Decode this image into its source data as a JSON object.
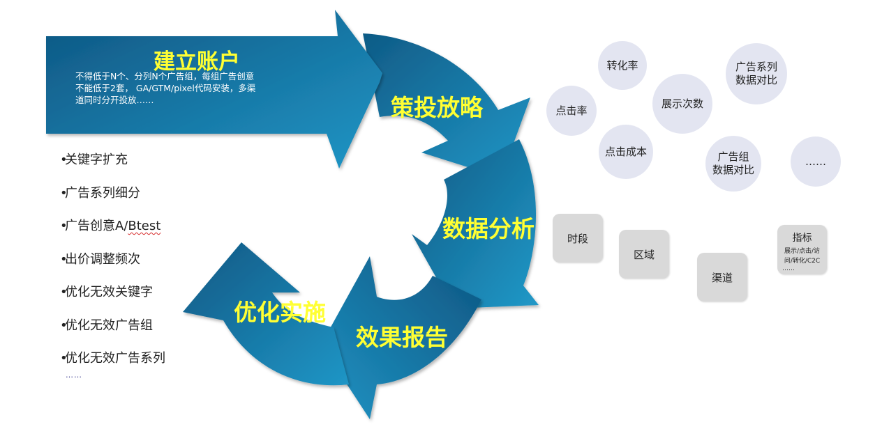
{
  "colors": {
    "arrow_dark": "#0d4f78",
    "arrow_light": "#2093c3",
    "label_yellow": "#ffff33",
    "bubble_fill": "#e3e5f1",
    "box_fill": "#d9d9d9"
  },
  "setup": {
    "title": "建立账户",
    "description": "不得低于N个、分列N个广告组，每组广告创意\n不能低于2套， GA/GTM/pixel代码安装，多渠\n道同时分开投放……"
  },
  "cycle": {
    "strategy": "策投放略",
    "analysis": "数据分析",
    "report": "效果报告",
    "optimize": "优化实施"
  },
  "tasks": {
    "items": [
      {
        "bullet": "•",
        "text": "关键字扩充"
      },
      {
        "bullet": "•",
        "text": "广告系列细分"
      },
      {
        "bullet": "•",
        "text_main": "广告创意A/",
        "text_flag": "Btest"
      },
      {
        "bullet": "•",
        "text": "出价调整频次"
      },
      {
        "bullet": "•",
        "text": "优化无效关键字"
      },
      {
        "bullet": "•",
        "text": "优化无效广告组"
      },
      {
        "bullet": "•",
        "text": "优化无效广告系列"
      }
    ],
    "more": "……"
  },
  "metrics": {
    "conversion": "转化率",
    "ctr": "点击率",
    "impressions": "展示次数",
    "campaign_compare": "广告系列\n数据对比",
    "cpc": "点击成本",
    "adgroup_compare": "广告组\n数据对比",
    "more": "……"
  },
  "dimensions": {
    "time": "时段",
    "region": "区域",
    "channel": "渠道",
    "indicator_title": "指标",
    "indicator_detail": "展示/点击/访\n问/转化/C2C",
    "indicator_more": "……"
  }
}
